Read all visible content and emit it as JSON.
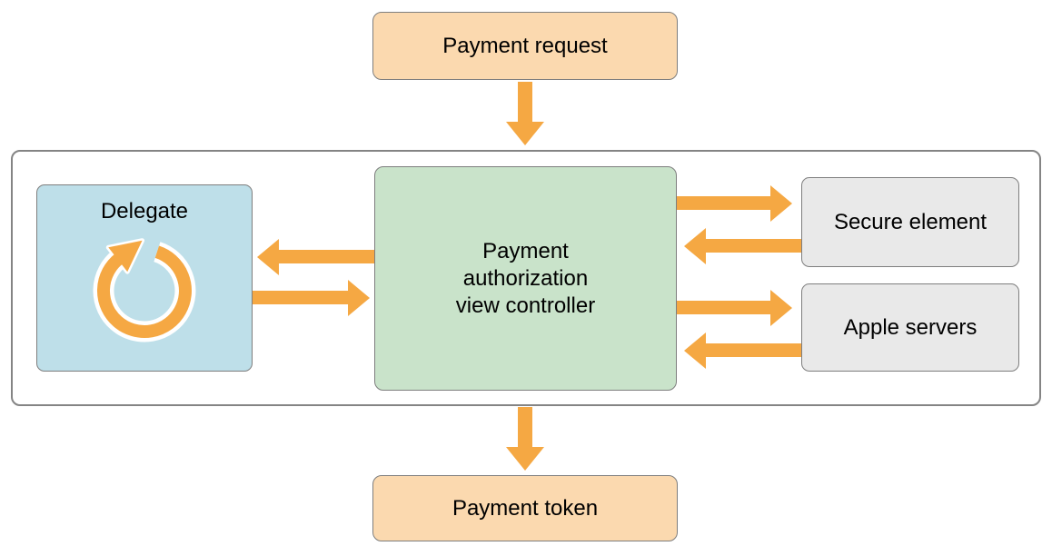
{
  "colors": {
    "orange": "#F5A843",
    "peach": "#FBD9AF",
    "blue": "#BEDFE9",
    "green": "#C9E3CA",
    "gray": "#E9E9E9",
    "border": "#7E7E7E",
    "container-border": "#848484",
    "text": "#000000"
  },
  "nodes": {
    "payment_request": {
      "label": "Payment request"
    },
    "delegate": {
      "label": "Delegate",
      "icon": "circular-arrow-icon"
    },
    "payment_authorization": {
      "lines": [
        "Payment",
        "authorization",
        "view controller"
      ]
    },
    "secure_element": {
      "label": "Secure element"
    },
    "apple_servers": {
      "label": "Apple servers"
    },
    "payment_token": {
      "label": "Payment token"
    }
  },
  "connections": [
    {
      "from": "Payment request",
      "to": "Payment authorization view controller",
      "direction": "down"
    },
    {
      "from": "Payment authorization view controller",
      "to": "Delegate",
      "direction": "left"
    },
    {
      "from": "Delegate",
      "to": "Payment authorization view controller",
      "direction": "right"
    },
    {
      "from": "Payment authorization view controller",
      "to": "Secure element",
      "direction": "right"
    },
    {
      "from": "Secure element",
      "to": "Payment authorization view controller",
      "direction": "left"
    },
    {
      "from": "Payment authorization view controller",
      "to": "Apple servers",
      "direction": "right"
    },
    {
      "from": "Apple servers",
      "to": "Payment authorization view controller",
      "direction": "left"
    },
    {
      "from": "Payment authorization view controller",
      "to": "Payment token",
      "direction": "down"
    }
  ]
}
